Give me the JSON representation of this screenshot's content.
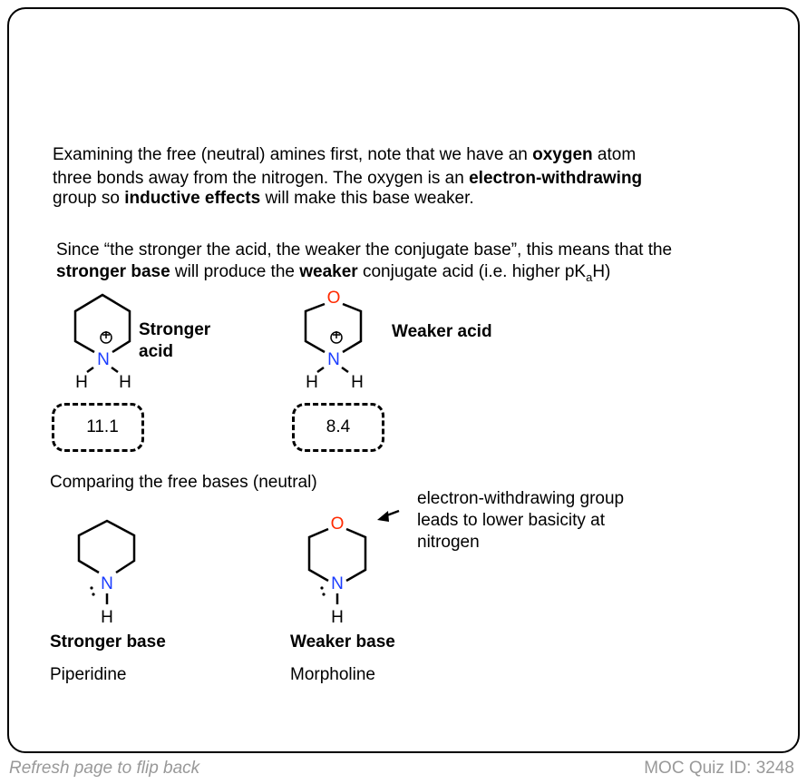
{
  "paragraph1": {
    "line1": [
      "Examining the free (neutral) amines first, note that we have an ",
      "oxygen",
      " atom"
    ],
    "line2": [
      "three bonds away from the nitrogen. The oxygen is an ",
      "electron-withdrawing"
    ],
    "line3": [
      "group so ",
      "inductive effects",
      " will make this base weaker."
    ]
  },
  "paragraph2": {
    "line1": "Since “the stronger the acid, the weaker the conjugate base”, this means that the",
    "line2": [
      "stronger base",
      " will produce the ",
      "weaker",
      " conjugate acid (i.e. higher pK",
      "a",
      "H)"
    ]
  },
  "acids": [
    {
      "label_line1": "Stronger",
      "label_line2": "acid",
      "pka": "11.1"
    },
    {
      "label": "Weaker acid",
      "pka": "8.4"
    }
  ],
  "atoms": {
    "N": "N",
    "O": "O",
    "H": "H",
    "plus": "+"
  },
  "comparing_heading": "Comparing the free bases (neutral)",
  "annotation": [
    "electron-withdrawing group",
    "leads to lower basicity at",
    "nitrogen"
  ],
  "bases": [
    {
      "strength": "Stronger base",
      "name": "Piperidine"
    },
    {
      "strength": "Weaker base",
      "name": "Morpholine"
    }
  ],
  "footer": {
    "left": "Refresh page to flip back",
    "right": "MOC Quiz ID: 3248"
  },
  "colors": {
    "nitrogen": "#1a3cff",
    "oxygen": "#ff2a00",
    "footer": "#999999"
  }
}
